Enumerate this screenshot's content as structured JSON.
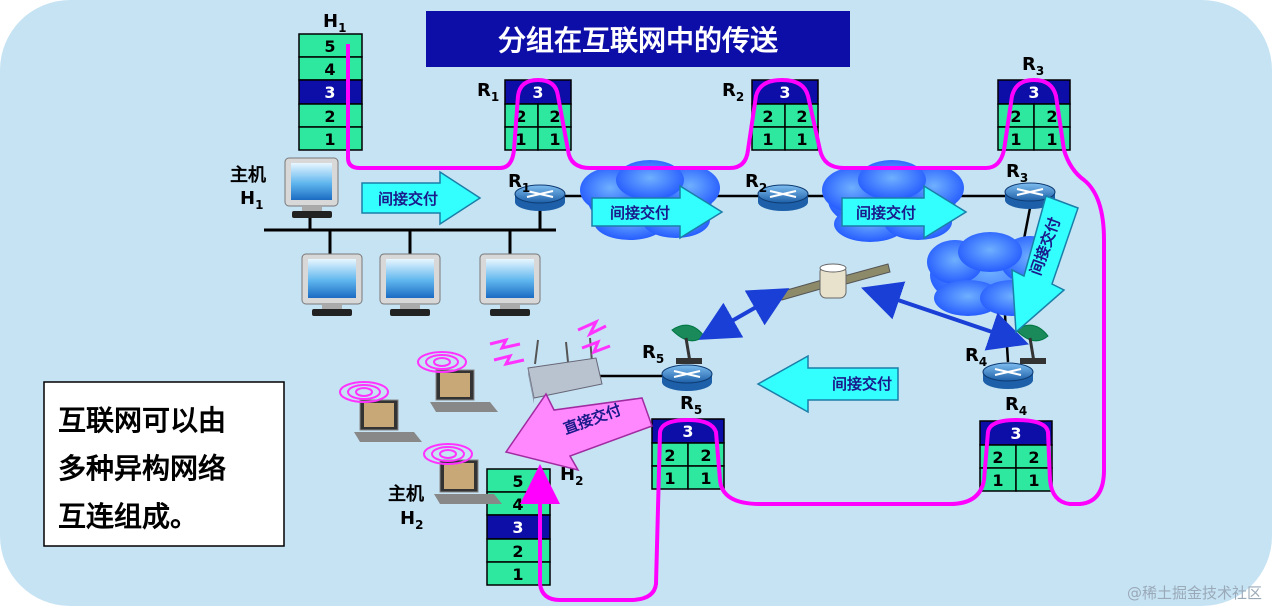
{
  "title": "分组在互联网中的传送",
  "side_note": [
    "互联网可以由",
    "多种异构网络",
    "互连组成。"
  ],
  "labels": {
    "host_h1_stack": "H",
    "host_h1_sub": "1",
    "host_word": "主机",
    "host_h1_name": "H",
    "host_h2_name": "H",
    "host_h2_sub": "2",
    "host_h2_stack": "H",
    "router": "R",
    "r1": "1",
    "r2": "2",
    "r3": "3",
    "r4": "4",
    "r5": "5"
  },
  "stack_layers": [
    "5",
    "4",
    "3",
    "2",
    "1"
  ],
  "router_stack": {
    "top": "3",
    "mid": "2",
    "low": "1"
  },
  "arrows": {
    "indirect": "间接交付",
    "direct": "直接交付"
  },
  "watermark": "@稀土掘金技术社区",
  "colors": {
    "background": "#c6e3f4",
    "title_bg": "#0d0da8",
    "green": "#2ee8a0",
    "navy": "#0d0da8",
    "path": "#ff00ff",
    "arrow_cyan": "#33ffff",
    "arrow_pink": "#ff88ff",
    "cloud": "#2b6bff",
    "router": "#2e78c4",
    "link_blue": "#1a3fd6"
  }
}
